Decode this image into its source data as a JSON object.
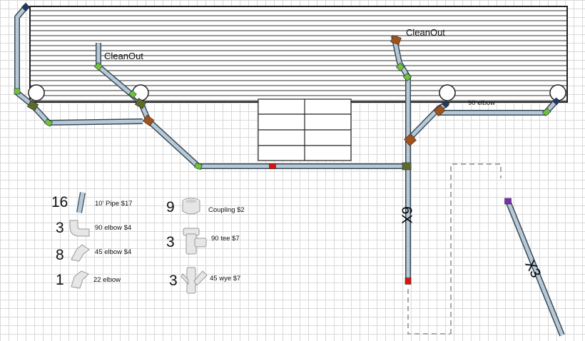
{
  "labels": {
    "cleanout_left": "CleanOut",
    "cleanout_right": "CleanOut",
    "elbow_note": "90 elbow",
    "run_main": "6X",
    "run_side": "X3"
  },
  "legend": [
    {
      "qty": "16",
      "text": "10' Pipe $17",
      "icon": "pipe-icon"
    },
    {
      "qty": "3",
      "text": "90 elbow $4",
      "icon": "elbow-90-icon"
    },
    {
      "qty": "8",
      "text": "45 elbow $4",
      "icon": "elbow-45-icon"
    },
    {
      "qty": "1",
      "text": "22 elbow",
      "icon": "elbow-22-icon"
    },
    {
      "qty": "9",
      "text": "Coupling $2",
      "icon": "coupling-icon"
    },
    {
      "qty": "3",
      "text": "90 tee $7",
      "icon": "tee-icon"
    },
    {
      "qty": "3",
      "text": "45 wye $7",
      "icon": "wye-icon"
    }
  ],
  "colors": {
    "pipe_fill": "#b7c9d6",
    "pipe_edge": "#3a4a58",
    "coupling_green": "#6cc43b",
    "elbow_brown": "#a0521a",
    "tee_olive": "#5c6b2b",
    "end_cap_navy": "#1f3a66",
    "end_cap_red": "#e01010",
    "end_cap_purple": "#7a2fb8",
    "dashed_outline": "#a8a8a8"
  }
}
